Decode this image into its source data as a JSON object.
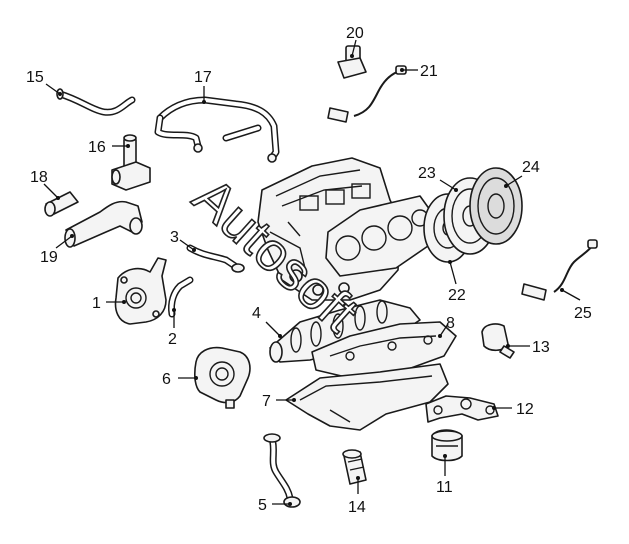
{
  "diagram": {
    "watermark": "Autosoft",
    "callouts": [
      {
        "id": "1",
        "label": "1"
      },
      {
        "id": "2",
        "label": "2"
      },
      {
        "id": "3",
        "label": "3"
      },
      {
        "id": "4",
        "label": "4"
      },
      {
        "id": "5",
        "label": "5"
      },
      {
        "id": "6",
        "label": "6"
      },
      {
        "id": "7",
        "label": "7"
      },
      {
        "id": "8",
        "label": "8"
      },
      {
        "id": "11",
        "label": "11"
      },
      {
        "id": "12",
        "label": "12"
      },
      {
        "id": "13",
        "label": "13"
      },
      {
        "id": "14",
        "label": "14"
      },
      {
        "id": "15",
        "label": "15"
      },
      {
        "id": "16",
        "label": "16"
      },
      {
        "id": "17",
        "label": "17"
      },
      {
        "id": "18",
        "label": "18"
      },
      {
        "id": "19",
        "label": "19"
      },
      {
        "id": "20",
        "label": "20"
      },
      {
        "id": "21",
        "label": "21"
      },
      {
        "id": "22",
        "label": "22"
      },
      {
        "id": "23",
        "label": "23"
      },
      {
        "id": "24",
        "label": "24"
      },
      {
        "id": "25",
        "label": "25"
      }
    ]
  }
}
